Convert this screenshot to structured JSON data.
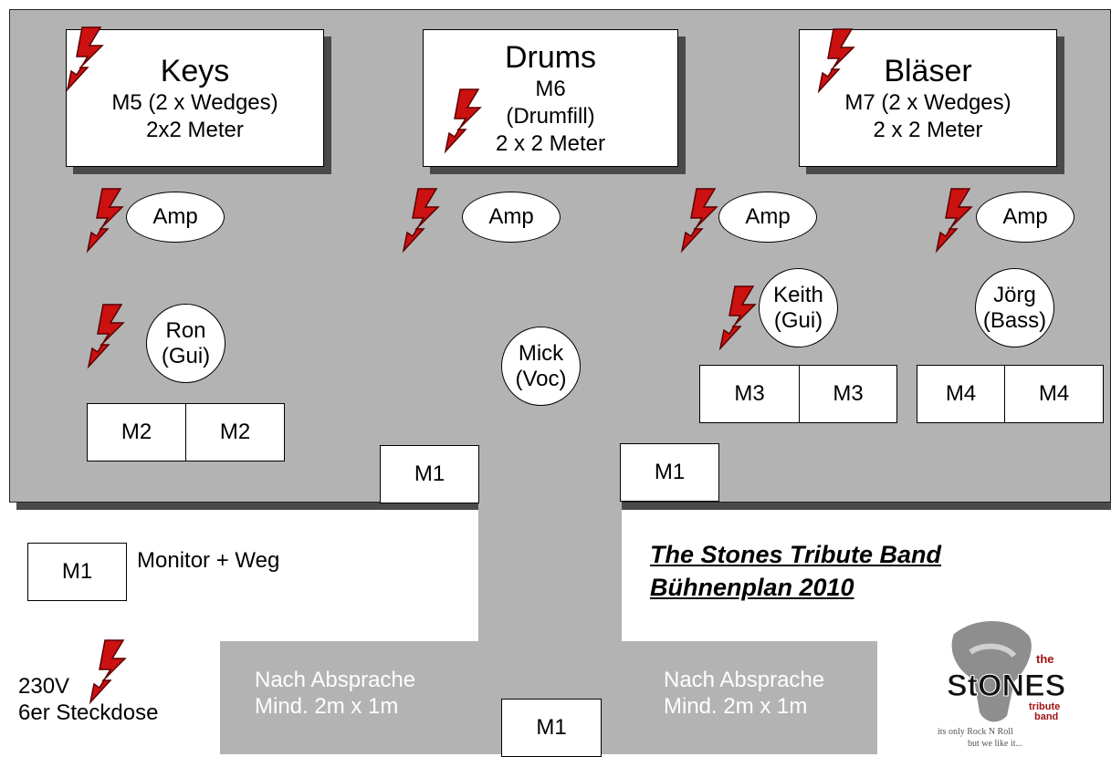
{
  "stage_areas": {
    "keys": {
      "title": "Keys",
      "lines": [
        "M5 (2 x Wedges)",
        "2x2 Meter"
      ]
    },
    "drums": {
      "title": "Drums",
      "lines": [
        "M6",
        "(Drumfill)",
        "2 x 2 Meter"
      ]
    },
    "blaeser": {
      "title": "Bläser",
      "lines": [
        "M7 (2 x Wedges)",
        "2 x 2 Meter"
      ]
    }
  },
  "amps": [
    "Amp",
    "Amp",
    "Amp",
    "Amp"
  ],
  "musicians": {
    "ron": [
      "Ron",
      "(Gui)"
    ],
    "mick": [
      "Mick",
      "(Voc)"
    ],
    "keith": [
      "Keith",
      "(Gui)"
    ],
    "joerg": [
      "Jörg",
      "(Bass)"
    ]
  },
  "monitors": {
    "m2": "M2",
    "m3": "M3",
    "m4": "M4",
    "m1": "M1"
  },
  "legend": {
    "monitor_label": "M1",
    "monitor_text": "Monitor + Weg",
    "power_lines": [
      "230V",
      "6er Steckdose"
    ]
  },
  "heading": [
    "The Stones Tribute Band",
    "Bühnenplan 2010"
  ],
  "side_areas": [
    {
      "lines": [
        "Nach Absprache",
        "Mind. 2m x 1m"
      ]
    },
    {
      "lines": [
        "Nach Absprache",
        "Mind. 2m x 1m"
      ]
    }
  ],
  "logo": {
    "word_the": "the",
    "word_main": "StONES",
    "word_tribute": "tribute",
    "word_band": "band",
    "tagline": [
      "its only Rock N Roll",
      "but we like it..."
    ]
  },
  "colors": {
    "stage": "#b3b3b3",
    "shadow": "#4a4a4a",
    "power_icon": "#cc1111"
  },
  "icons": [
    "power-outlet-icon"
  ]
}
